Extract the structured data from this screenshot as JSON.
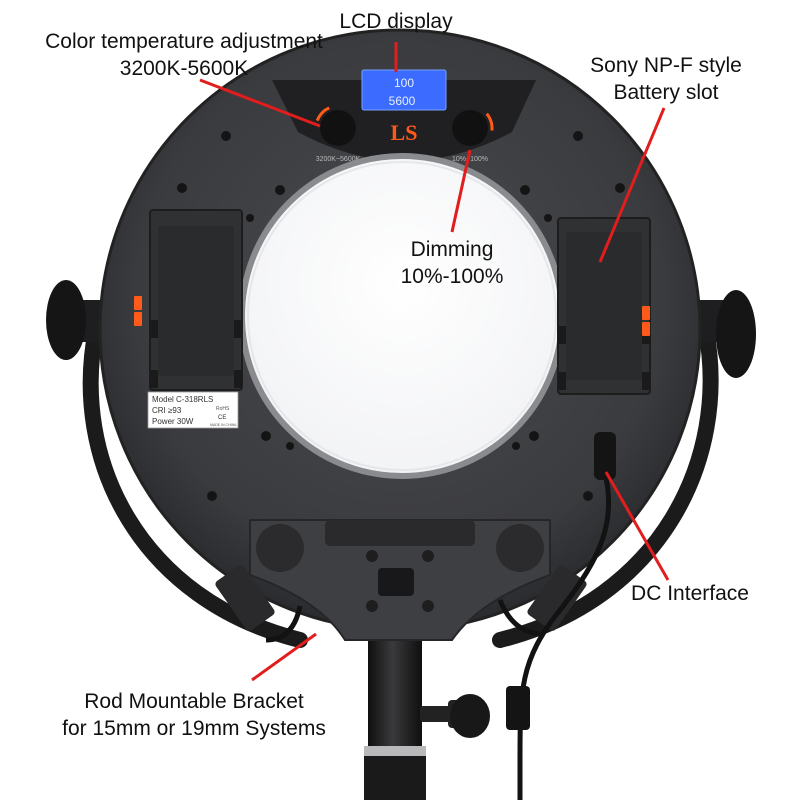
{
  "annotations": {
    "lcd_display": "LCD display",
    "color_temp": {
      "line1": "Color temperature adjustment",
      "line2": "3200K-5600K"
    },
    "battery": {
      "line1": "Sony NP-F style",
      "line2": "Battery slot"
    },
    "dimming": {
      "line1": "Dimming",
      "line2": "10%-100%"
    },
    "dc_interface": "DC Interface",
    "bracket": {
      "line1": "Rod Mountable Bracket",
      "line2": "for 15mm or 19mm Systems"
    }
  },
  "device": {
    "lcd_brightness": "100",
    "lcd_temperature": "5600",
    "knob_left_label": "3200K~5600K",
    "knob_right_label": "10%~100%",
    "logo": "LS",
    "spec_model": "Model  C-318RLS",
    "spec_cri": "CRI  ≥93",
    "spec_power": "Power  30W",
    "spec_rohs": "RoHS",
    "spec_ce": "CE",
    "spec_made": "MADE IN CHINA"
  },
  "colors": {
    "body": "#3a3b3e",
    "panel": "#1f1f21",
    "lcd": "#3b6bff",
    "callout_line": "#e21d1d",
    "accent_orange": "#ff5a1a"
  }
}
